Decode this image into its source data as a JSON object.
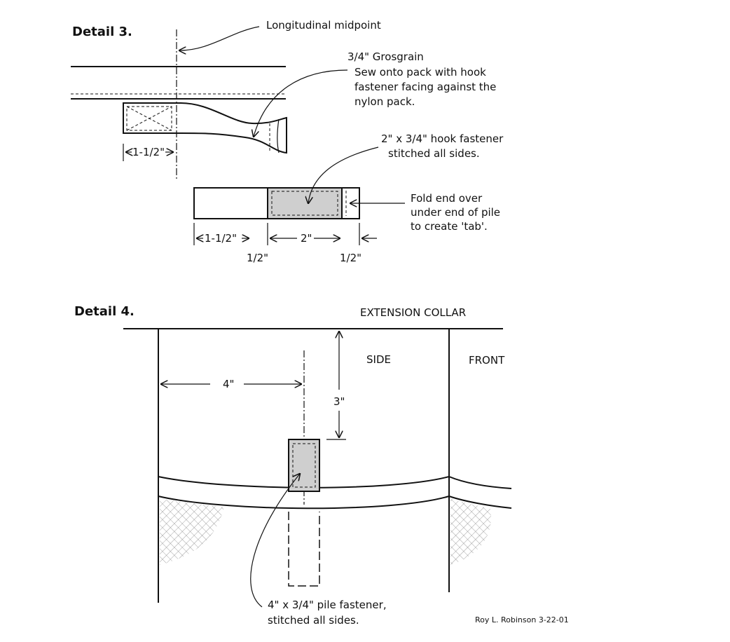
{
  "detail3": {
    "title": "Detail 3.",
    "midpoint_label": "Longitudinal midpoint",
    "grosgrain_line1": "3/4\" Grosgrain",
    "grosgrain_line2": "Sew onto pack with hook",
    "grosgrain_line3": "fastener facing against the",
    "grosgrain_line4": "nylon pack.",
    "dim_upper": "1-1/2\"",
    "hook_line1": "2\" x 3/4\" hook fastener",
    "hook_line2": "stitched all sides.",
    "fold_line1": "Fold end over",
    "fold_line2": "under end of pile",
    "fold_line3": "to create 'tab'.",
    "dim_a": "1-1/2\"",
    "dim_b": "2\"",
    "dim_c": "1/2\"",
    "dim_d": "1/2\""
  },
  "detail4": {
    "title": "Detail 4.",
    "collar_label": "EXTENSION COLLAR",
    "side_label": "SIDE",
    "front_label": "FRONT",
    "dim_h": "4\"",
    "dim_v": "3\"",
    "pile_line1": "4\" x 3/4\" pile fastener,",
    "pile_line2": "stitched all sides."
  },
  "signature": "Roy L. Robinson  3-22-01"
}
